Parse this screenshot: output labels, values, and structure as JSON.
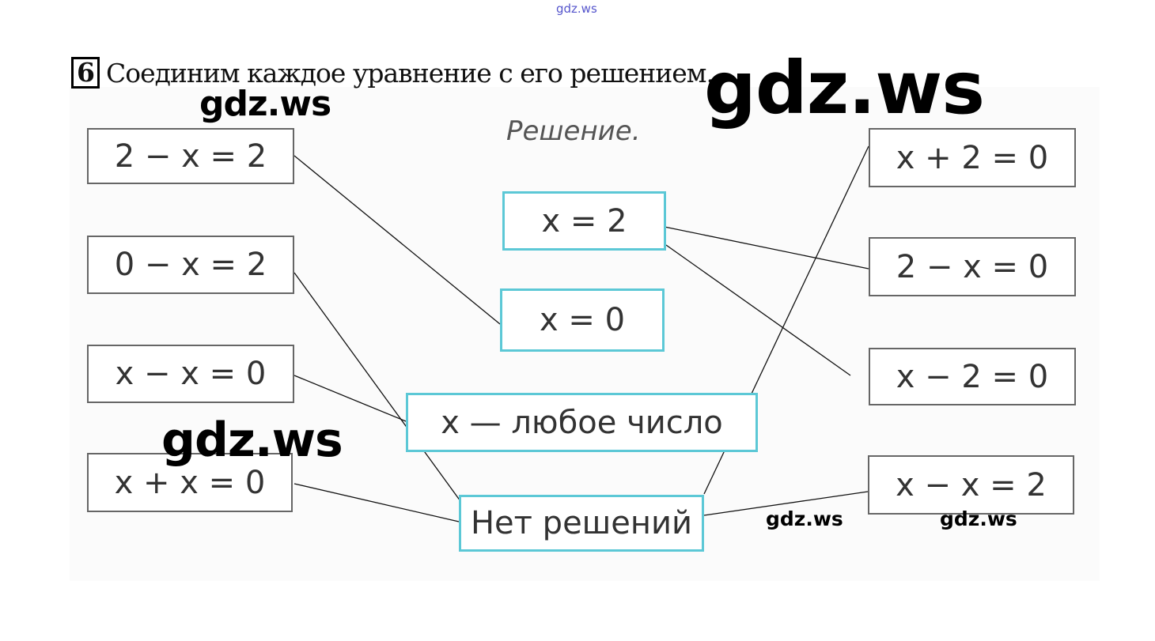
{
  "watermarks": [
    "gdz.ws",
    "gdz.ws",
    "gdz.ws",
    "gdz.ws",
    "gdz.ws",
    "gdz.ws"
  ],
  "task": {
    "number": "6",
    "text": "Соединим каждое уравнение с его решением."
  },
  "solution_heading": "Решение.",
  "equations_left": [
    "2 − x = 2",
    "0 − x = 2",
    "x − x = 0",
    "x + x = 0"
  ],
  "solutions": [
    "x = 2",
    "x = 0",
    "x — любое число",
    "Нет решений"
  ],
  "equations_right": [
    "x + 2 = 0",
    "2 − x = 0",
    "x − 2 = 0",
    "x − x = 2"
  ],
  "colors": {
    "solution_border": "#5cc8d6",
    "watermark_top": "#5555cc"
  }
}
